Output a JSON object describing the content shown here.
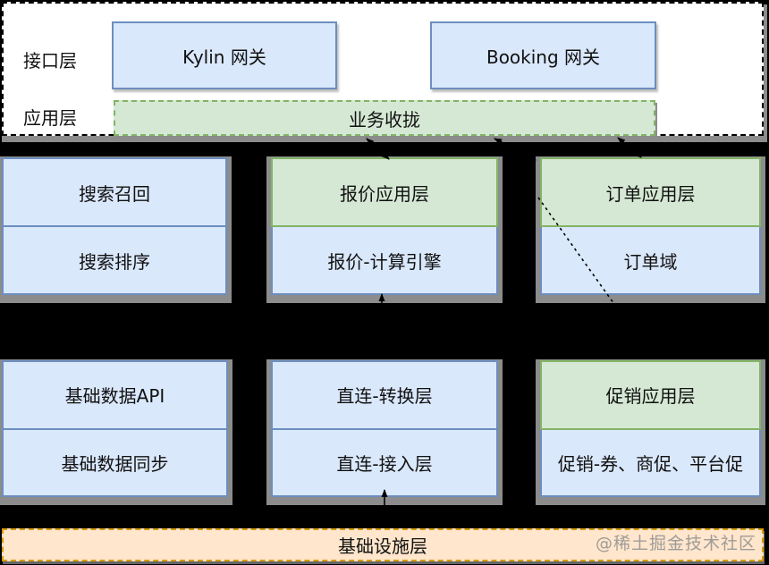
{
  "layers": {
    "interface_label": "接口层",
    "application_label": "应用层"
  },
  "top": {
    "kylin_gateway": "Kylin 网关",
    "booking_gateway": "Booking 网关",
    "business_consolidation": "业务收拢"
  },
  "groups": [
    {
      "id": "search",
      "cells": [
        {
          "label": "搜索召回",
          "variant": "blue"
        },
        {
          "label": "搜索排序",
          "variant": "blue"
        }
      ]
    },
    {
      "id": "quote",
      "cells": [
        {
          "label": "报价应用层",
          "variant": "green"
        },
        {
          "label": "报价-计算引擎",
          "variant": "blue"
        }
      ]
    },
    {
      "id": "order",
      "cells": [
        {
          "label": "订单应用层",
          "variant": "green"
        },
        {
          "label": "订单域",
          "variant": "blue"
        }
      ]
    },
    {
      "id": "basedata",
      "cells": [
        {
          "label": "基础数据API",
          "variant": "blue"
        },
        {
          "label": "基础数据同步",
          "variant": "blue"
        }
      ]
    },
    {
      "id": "direct",
      "cells": [
        {
          "label": "直连-转换层",
          "variant": "blue"
        },
        {
          "label": "直连-接入层",
          "variant": "blue"
        }
      ]
    },
    {
      "id": "promo",
      "cells": [
        {
          "label": "促销应用层",
          "variant": "green"
        },
        {
          "label": "促销-券、商促、平台促",
          "variant": "blue"
        }
      ]
    }
  ],
  "infrastructure_label": "基础设施层",
  "watermark": "@稀土掘金技术社区",
  "colors": {
    "background": "#000000",
    "container_fill": "#FFFFFF",
    "container_border": "#000000",
    "blue_fill": "#DAE8FC",
    "blue_border": "#6C8EBF",
    "green_fill": "#D5E8D4",
    "green_border": "#82B366",
    "orange_fill": "#FFE6CC",
    "orange_border": "#D79B00",
    "shadow": "#8C8C8C",
    "arrow": "#000000",
    "text": "#111111",
    "watermark": "#8F8F8F"
  }
}
